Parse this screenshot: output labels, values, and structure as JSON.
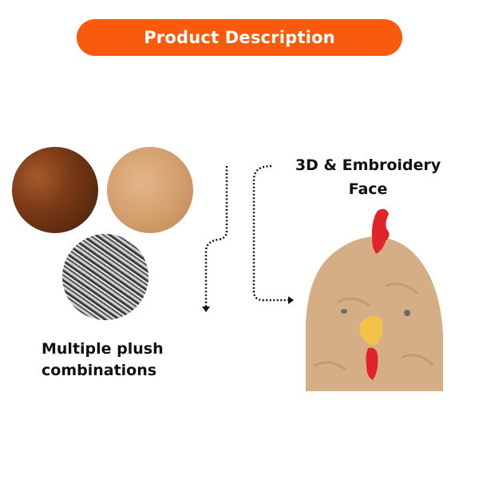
{
  "header": {
    "title": "Product Description",
    "color": "#fa5a0c"
  },
  "swatches": [
    {
      "name": "brown-plush",
      "color": "#7a3a16"
    },
    {
      "name": "tan-plush",
      "color": "#d4a06e"
    },
    {
      "name": "gray-loop-plush",
      "color": "#8a8a8a"
    }
  ],
  "features": {
    "left": {
      "line1": "Multiple plush",
      "line2": "combinations"
    },
    "right": {
      "line1": "3D & Embroidery",
      "line2": "Face"
    }
  },
  "product_image": {
    "subject": "plush chicken toy",
    "body_color": "#d8b088",
    "comb_color": "#e0242a",
    "beak_color": "#f2c24a"
  }
}
